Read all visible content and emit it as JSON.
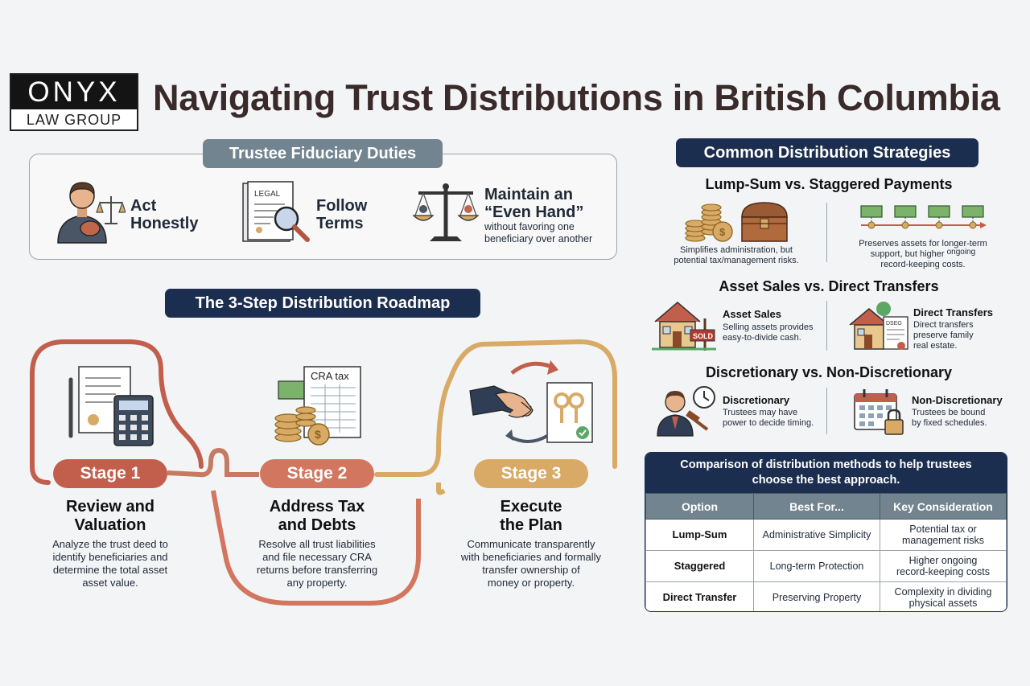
{
  "header": {
    "logo_top": "ONYX",
    "logo_bottom": "LAW GROUP",
    "title": "Navigating Trust Distributions in British Columbia"
  },
  "duties": {
    "heading": "Trustee Fiduciary Duties",
    "items": [
      {
        "label_line1": "Act",
        "label_line2": "Honestly"
      },
      {
        "label_line1": "Follow",
        "label_line2": "Terms",
        "doc_text": "LEGAL"
      },
      {
        "label_line1": "Maintain an",
        "label_line2": "“Even Hand”",
        "sub_line1": "without favoring one",
        "sub_line2": "beneficiary over another"
      }
    ]
  },
  "roadmap": {
    "heading": "The 3-Step Distribution Roadmap",
    "stages": [
      {
        "pill": "Stage 1",
        "title_line1": "Review and",
        "title_line2": "Valuation",
        "desc": [
          "Analyze the trust deed to",
          "identify beneficiaries and",
          "determine the total asset",
          "asset value."
        ]
      },
      {
        "pill": "Stage 2",
        "title_line1": "Address Tax",
        "title_line2": "and Debts",
        "doc_text": "CRA tax",
        "desc": [
          "Resolve all trust liabilities",
          "and file necessary CRA",
          "returns before transferring",
          "any property."
        ]
      },
      {
        "pill": "Stage 3",
        "title_line1": "Execute",
        "title_line2": "the Plan",
        "desc": [
          "Communicate transparently",
          "with beneficiaries and formally",
          "transfer ownership of",
          "money or property."
        ]
      }
    ],
    "colors": {
      "stage1": "#c25f4c",
      "stage2": "#d2765f",
      "stage3": "#d8aa66"
    }
  },
  "strategies": {
    "heading": "Common Distribution Strategies",
    "groups": [
      {
        "heading": "Lump-Sum vs. Staggered Payments",
        "left_caption": [
          "Simplifies administration, but",
          "potential tax/management risks."
        ],
        "right_caption": [
          "Preserves assets for longer-term",
          "support, but higher",
          "ongoing",
          "record-keeping costs."
        ]
      },
      {
        "heading": "Asset Sales vs. Direct Transfers",
        "left_title": "Asset Sales",
        "left_desc": [
          "Selling assets provides",
          "easy-to-divide cash."
        ],
        "sold_sign": "SOLD",
        "right_title": "Direct Transfers",
        "right_desc": [
          "Direct transfers",
          "preserve family",
          "real estate."
        ],
        "deed_text": "DSEG"
      },
      {
        "heading": "Discretionary vs. Non-Discretionary",
        "left_title": "Discretionary",
        "left_desc": [
          "Trustees may have",
          "power to decide timing."
        ],
        "right_title": "Non-Discretionary",
        "right_desc": [
          "Trustees be bound",
          "by fixed schedules."
        ]
      }
    ]
  },
  "table": {
    "caption_line1": "Comparison of distribution methods to help trustees",
    "caption_line2": "choose the best approach.",
    "headers": [
      "Option",
      "Best For...",
      "Key Consideration"
    ],
    "rows": [
      {
        "option": "Lump-Sum",
        "best_for": "Administrative Simplicity",
        "key1": "Potential tax or",
        "key2": "management risks"
      },
      {
        "option": "Staggered",
        "best_for": "Long-term Protection",
        "key1": "Higher ongoing",
        "key2": "record-keeping costs"
      },
      {
        "option": "Direct Transfer",
        "best_for": "Preserving Property",
        "key1": "Complexity in dividing",
        "key2": "physical assets"
      }
    ]
  }
}
